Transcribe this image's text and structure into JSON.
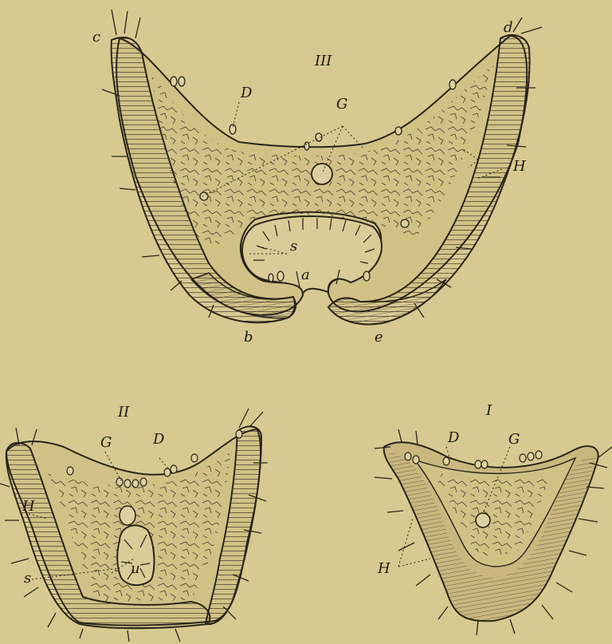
{
  "figures": [
    {
      "numeral": "III",
      "labels": {
        "c": "c",
        "d": "d",
        "D": "D",
        "G": "G",
        "H": "H",
        "s": "s",
        "a": "a",
        "b": "b",
        "e": "e"
      }
    },
    {
      "numeral": "II",
      "labels": {
        "G": "G",
        "D": "D",
        "H": "H",
        "u": "u",
        "s": "s"
      }
    },
    {
      "numeral": "I",
      "labels": {
        "D": "D",
        "G": "G",
        "H": "H"
      }
    }
  ],
  "colors": {
    "paper": "#d7c98f",
    "body_fill": "#d1c185",
    "ink": "#2a241a",
    "ectoderm_fill": "#c4b27b"
  }
}
